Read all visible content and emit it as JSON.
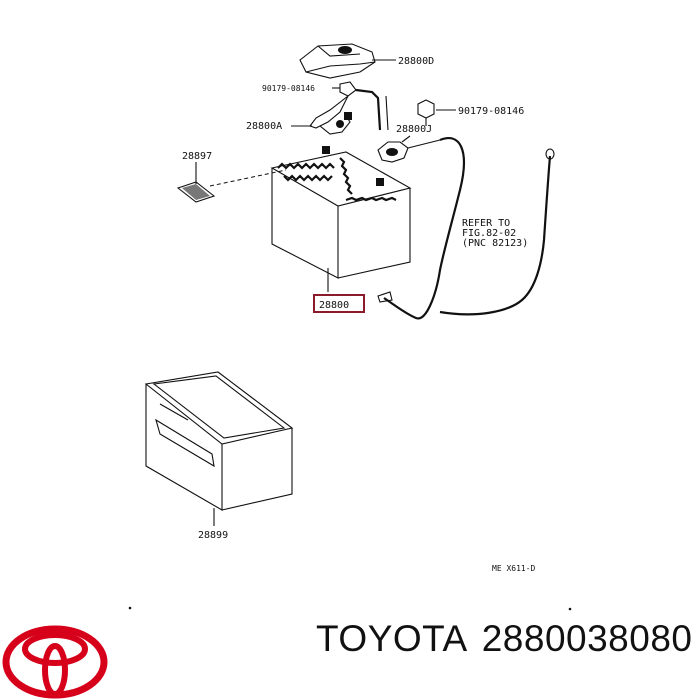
{
  "labels": {
    "p28800D": "28800D",
    "p90179a": "90179-08146",
    "p90179b": "90179-08146",
    "p28800A": "28800A",
    "p28800J": "28800J",
    "p28897": "28897",
    "p28800": "28800",
    "p28899": "28899",
    "refer1": "REFER TO",
    "refer2": "FIG.82-02",
    "refer3": "(PNC 82123)",
    "figcode": "ME X611-D"
  },
  "brand": {
    "name": "TOYOTA",
    "part_number": "2880038080"
  },
  "colors": {
    "logo": "#d7001b",
    "highlight": "#8b1a2b",
    "line": "#111111"
  }
}
